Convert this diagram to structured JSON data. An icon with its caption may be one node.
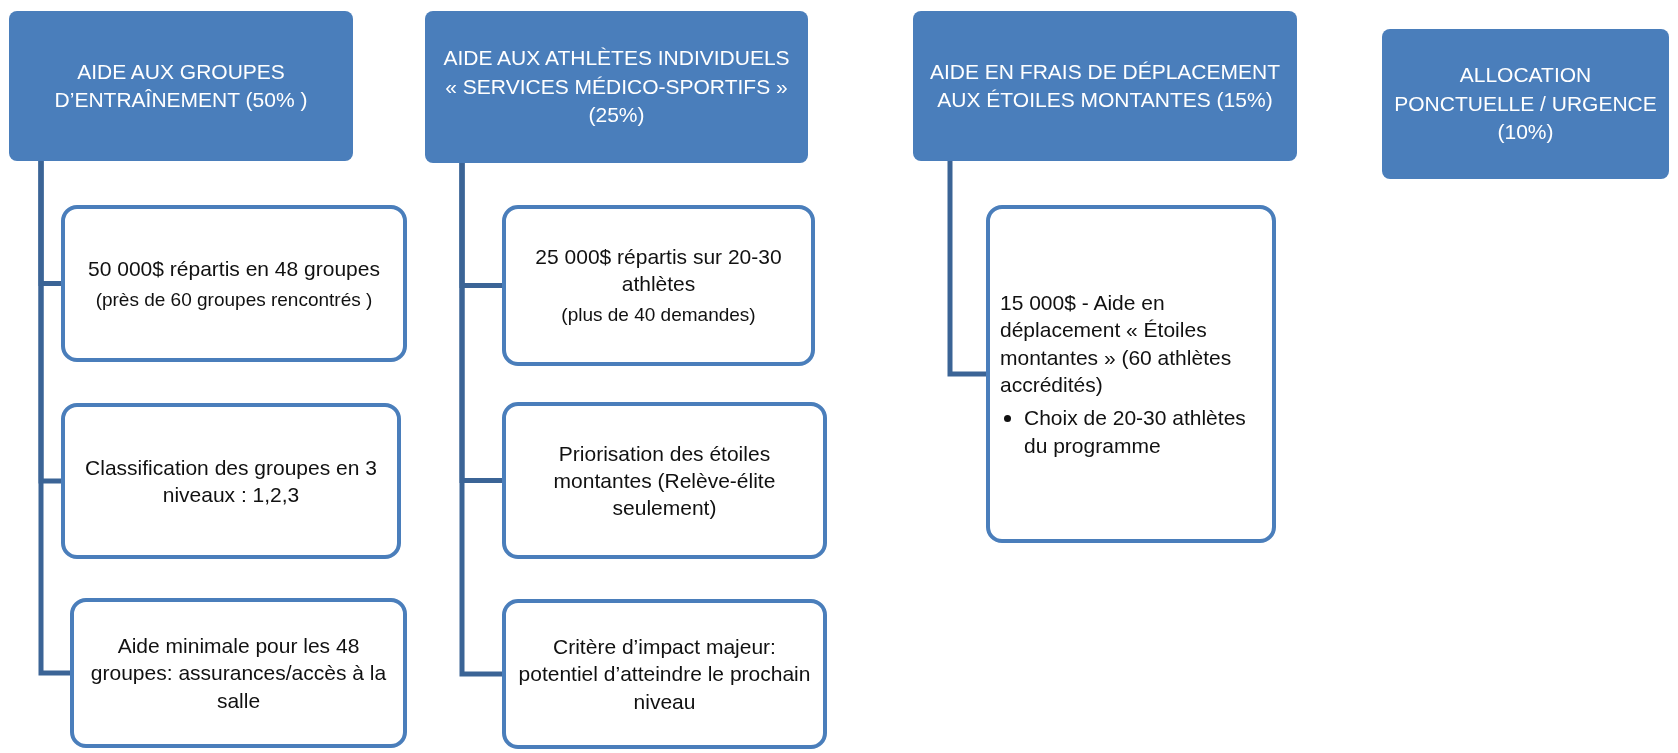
{
  "diagram": {
    "nodes": [
      {
        "text": [
          "AIDE AUX GROUPES D’ENTRAÎNEMENT (50% )"
        ]
      },
      {
        "text": [
          "50 000$ répartis en 48 groupes",
          "(près de 60 groupes rencontrés )"
        ]
      },
      {
        "text": [
          "Classification des groupes en 3 niveaux : 1,2,3"
        ]
      },
      {
        "text": [
          "Aide minimale pour les 48 groupes: assurances/accès à la salle"
        ]
      },
      {
        "text": [
          "AIDE AUX ATHLÈTES INDIVIDUELS « SERVICES MÉDICO-SPORTIFS » (25%)"
        ]
      },
      {
        "text": [
          "25 000$ répartis sur 20-30 athlètes",
          "(plus de 40 demandes)"
        ]
      },
      {
        "text": [
          "Priorisation des étoiles montantes (Relève-élite seulement)"
        ]
      },
      {
        "text": [
          "Critère d’impact majeur: potentiel d’atteindre le prochain niveau"
        ]
      },
      {
        "text": [
          "AIDE EN FRAIS DE DÉPLACEMENT AUX ÉTOILES MONTANTES (15%)"
        ]
      },
      {
        "text": [
          "15 000$ - Aide en déplacement « Étoiles montantes » (60 athlètes accrédités)",
          "Choix de 20-30 athlètes du programme"
        ]
      },
      {
        "text": [
          "ALLOCATION PONCTUELLE / URGENCE (10%)"
        ]
      }
    ],
    "edges": [
      {
        "from": 0,
        "to": 1,
        "arrow": "none"
      },
      {
        "from": 0,
        "to": 2,
        "arrow": "none"
      },
      {
        "from": 0,
        "to": 3,
        "arrow": "none"
      },
      {
        "from": 4,
        "to": 5,
        "arrow": "none"
      },
      {
        "from": 4,
        "to": 6,
        "arrow": "none"
      },
      {
        "from": 4,
        "to": 7,
        "arrow": "none"
      },
      {
        "from": 8,
        "to": 9,
        "arrow": "none"
      }
    ]
  }
}
